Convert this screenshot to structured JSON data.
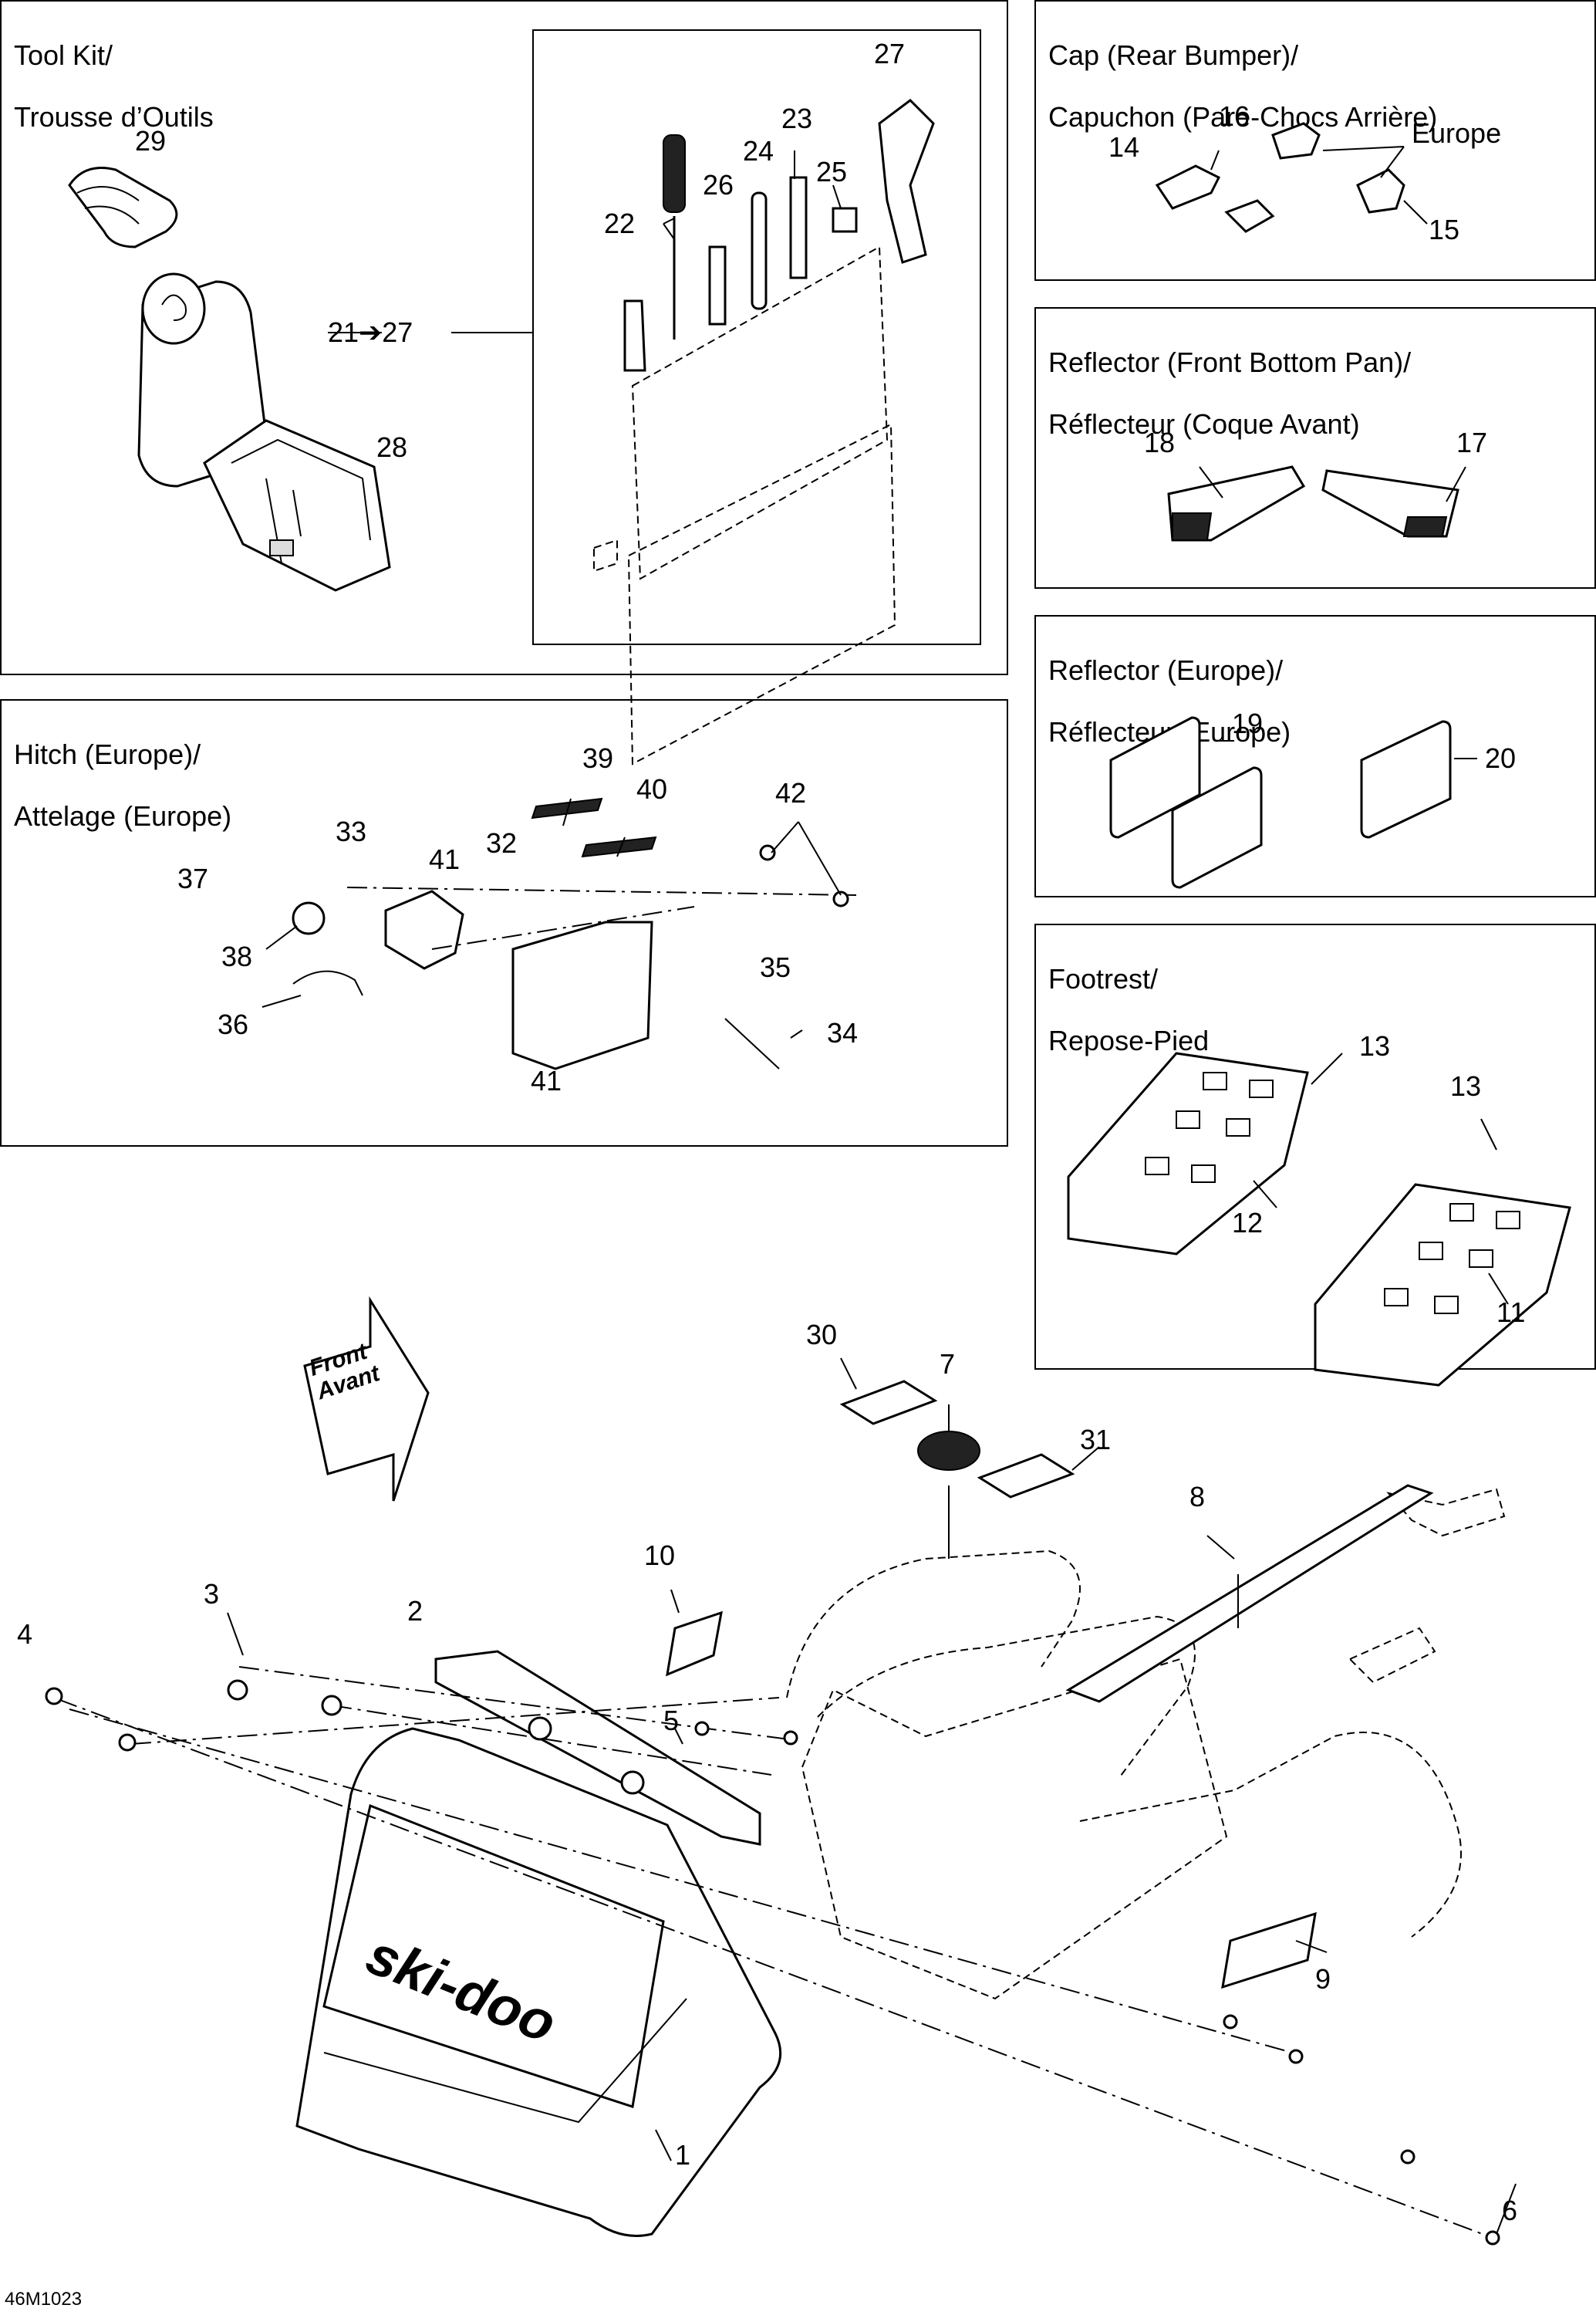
{
  "panels": {
    "tool_kit": {
      "title_line1": "Tool Kit/",
      "title_line2": "Trousse d’Outils"
    },
    "cap": {
      "title_line1": "Cap (Rear Bumper)/",
      "title_line2": "Capuchon (Pare-Chocs Arrière)",
      "region_label": "Europe"
    },
    "reflector_front": {
      "title_line1": "Reflector (Front Bottom Pan)/",
      "title_line2": "Réflecteur (Coque Avant)"
    },
    "reflector_europe": {
      "title_line1": "Reflector (Europe)/",
      "title_line2": "Réflecteur (Europe)"
    },
    "hitch": {
      "title_line1": "Hitch (Europe)/",
      "title_line2": "Attelage (Europe)"
    },
    "footrest": {
      "title_line1": "Footrest/",
      "title_line2": "Repose-Pied"
    }
  },
  "front_arrow": {
    "line1": "Front",
    "line2": "Avant"
  },
  "brand_logo": "ski-doo",
  "drawing_code": "46M1023",
  "callouts": {
    "c1": "1",
    "c2": "2",
    "c3": "3",
    "c4": "4",
    "c5": "5",
    "c6": "6",
    "c7": "7",
    "c8": "8",
    "c9": "9",
    "c10": "10",
    "c11": "11",
    "c12": "12",
    "c13a": "13",
    "c13b": "13",
    "c14": "14",
    "c15": "15",
    "c16": "16",
    "c17": "17",
    "c18": "18",
    "c19": "19",
    "c20": "20",
    "c21_27": "21➔27",
    "c22": "22",
    "c23": "23",
    "c24": "24",
    "c25": "25",
    "c26": "26",
    "c27": "27",
    "c28": "28",
    "c29": "29",
    "c30": "30",
    "c31": "31",
    "c32": "32",
    "c33": "33",
    "c34": "34",
    "c35": "35",
    "c36": "36",
    "c37": "37",
    "c38": "38",
    "c39": "39",
    "c40": "40",
    "c41a": "41",
    "c41b": "41",
    "c42": "42"
  }
}
